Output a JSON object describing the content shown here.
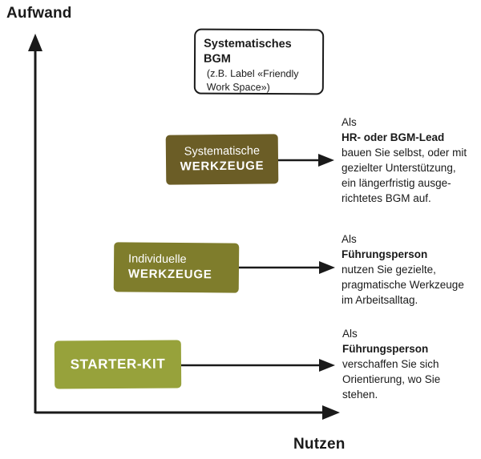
{
  "axes": {
    "y_label": "Aufwand",
    "x_label": "Nutzen"
  },
  "top_box": {
    "title": "Systematisches BGM",
    "subtitle": "(z.B. Label «Friendly Work Space»)"
  },
  "cards": {
    "systematic": {
      "line1": "Systematische",
      "line2": "WERKZEUGE",
      "color": "#6b5d26"
    },
    "individual": {
      "line1": "Individuelle",
      "line2": "WERKZEUGE",
      "color": "#7f7d2c"
    },
    "starter": {
      "line1": "STARTER-KIT",
      "color": "#97a23b"
    }
  },
  "descriptions": {
    "systematic": {
      "prefix": "Als",
      "role": "HR- oder BGM-Lead",
      "lines": [
        "bauen Sie selbst, oder mit",
        "gezielter Unterstützung,",
        "ein längerfristig ausge-",
        "richtetes BGM auf."
      ]
    },
    "individual": {
      "prefix": "Als",
      "role": "Führungsperson",
      "lines": [
        "nutzen Sie gezielte,",
        "pragmatische Werkzeuge",
        "im Arbeitsalltag."
      ]
    },
    "starter": {
      "prefix": "Als",
      "role": "Führungsperson",
      "lines": [
        "verschaffen Sie sich",
        "Orientierung, wo Sie",
        "stehen."
      ]
    }
  }
}
